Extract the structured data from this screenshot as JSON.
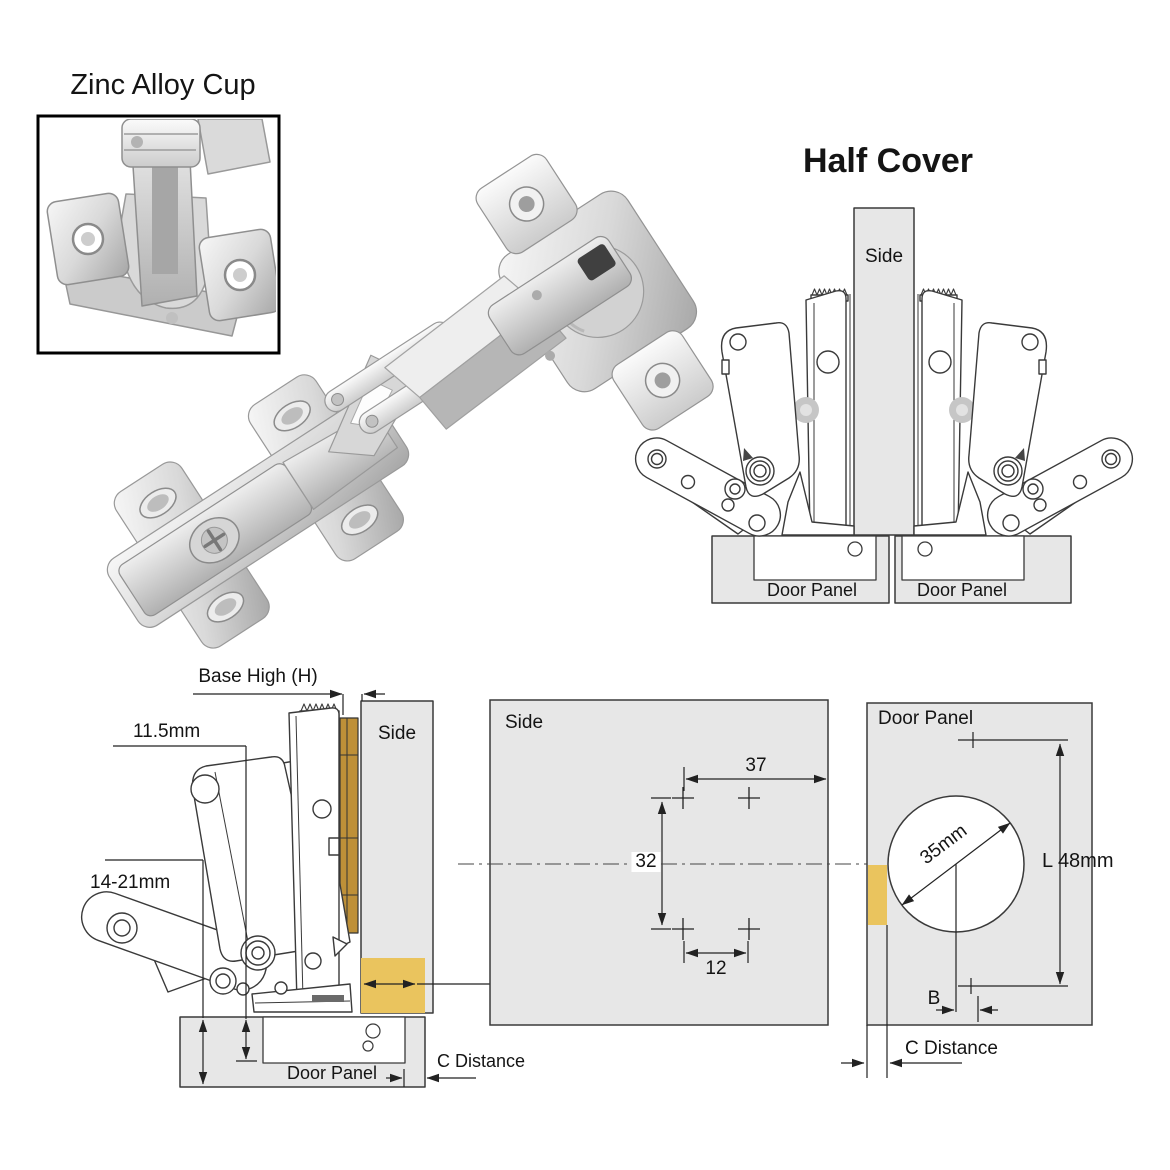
{
  "titles": {
    "inset_photo_title": "Zinc Alloy Cup",
    "main_diagram_title": "Half Cover"
  },
  "half_cover": {
    "side_label": "Side",
    "left_door_label": "Door Panel",
    "right_door_label": "Door Panel"
  },
  "installation_view": {
    "base_height_label": "Base High (H)",
    "offset_label": "11.5mm",
    "range_label": "14-21mm",
    "side_label": "Side",
    "door_label": "Door Panel",
    "c_distance_label": "C Distance"
  },
  "side_panel_drilling": {
    "panel_label": "Side",
    "top_hole_spacing": "37",
    "vertical_hole_spacing": "32",
    "bottom_hole_spacing": "12"
  },
  "door_panel_drilling": {
    "panel_label": "Door Panel",
    "cup_diameter": "35mm",
    "screw_hole_spacing": "L 48mm",
    "b_label": "B",
    "c_distance_label": "C Distance"
  },
  "colors": {
    "panel_gray": "#E7E7E7",
    "mount_plate_gold": "#BE9038",
    "highlight_gold": "#EAC45E",
    "line_color": "#3A3A3A"
  }
}
